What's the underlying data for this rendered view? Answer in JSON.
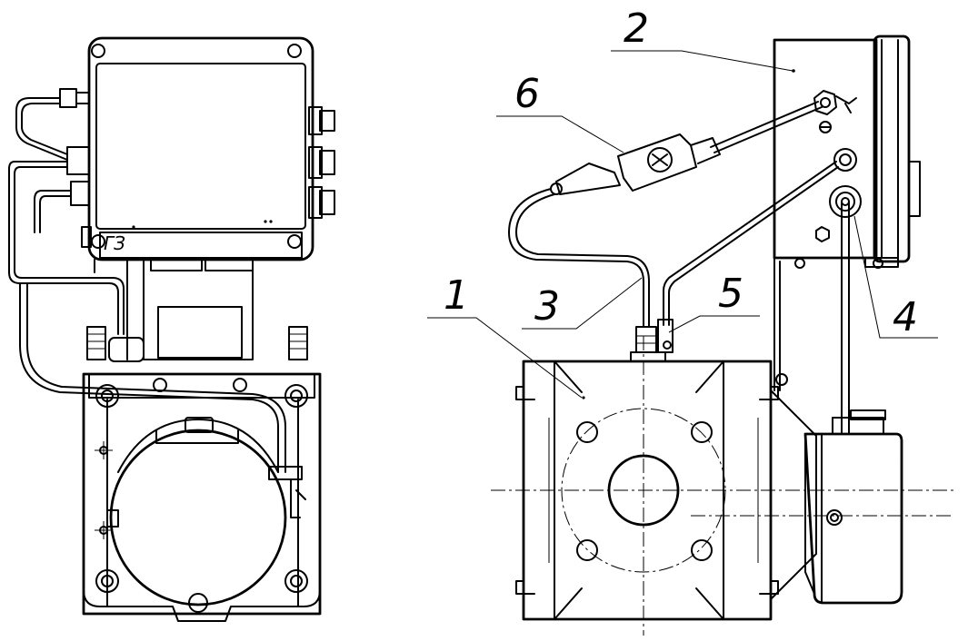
{
  "diagram": {
    "left_view": {
      "box_marking": "ГЗ"
    },
    "callouts": [
      {
        "id": "1",
        "label": "1"
      },
      {
        "id": "2",
        "label": "2"
      },
      {
        "id": "3",
        "label": "3"
      },
      {
        "id": "4",
        "label": "4"
      },
      {
        "id": "5",
        "label": "5"
      },
      {
        "id": "6",
        "label": "6"
      }
    ]
  }
}
